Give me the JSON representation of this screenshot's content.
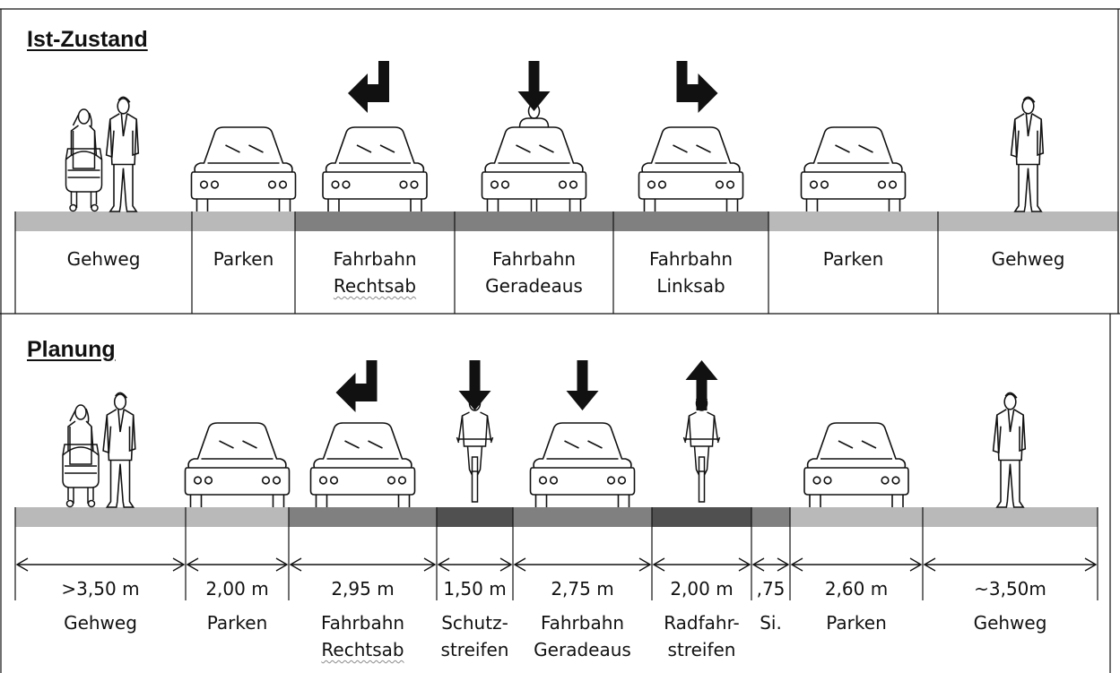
{
  "ist": {
    "title": "Ist-Zustand",
    "segments": [
      {
        "line1": "Gehweg",
        "line2": "",
        "shade": "#b9b9b9",
        "figure": "pedestrians-stroller",
        "arrow": null
      },
      {
        "line1": "Parken",
        "line2": "",
        "shade": "#b9b9b9",
        "figure": "car",
        "arrow": null
      },
      {
        "line1": "Fahrbahn",
        "line2": "Rechtsab",
        "wavy2": true,
        "shade": "#808080",
        "figure": "car",
        "arrow": "right-turn"
      },
      {
        "line1": "Fahrbahn",
        "line2": "Geradeaus",
        "shade": "#808080",
        "figure": "car-cyclist",
        "arrow": "straight-down"
      },
      {
        "line1": "Fahrbahn",
        "line2": "Linksab",
        "shade": "#808080",
        "figure": "car",
        "arrow": "left-turn"
      },
      {
        "line1": "Parken",
        "line2": "",
        "shade": "#b9b9b9",
        "figure": "car",
        "arrow": null
      },
      {
        "line1": "Gehweg",
        "line2": "",
        "shade": "#b9b9b9",
        "figure": "pedestrian",
        "arrow": null
      }
    ]
  },
  "planung": {
    "title": "Planung",
    "segments": [
      {
        "dim": ">3,50 m",
        "line1": "Gehweg",
        "line2": "",
        "shade": "#b9b9b9",
        "figure": "pedestrians-stroller",
        "arrow": null
      },
      {
        "dim": "2,00 m",
        "line1": "Parken",
        "line2": "",
        "shade": "#b9b9b9",
        "figure": "car",
        "arrow": null
      },
      {
        "dim": "2,95 m",
        "line1": "Fahrbahn",
        "line2": "Rechtsab",
        "wavy2": true,
        "shade": "#808080",
        "figure": "car",
        "arrow": "right-turn"
      },
      {
        "dim": "1,50 m",
        "line1": "Schutz-",
        "line2": "streifen",
        "shade": "#505050",
        "figure": "cyclist",
        "arrow": "straight-down"
      },
      {
        "dim": "2,75 m",
        "line1": "Fahrbahn",
        "line2": "Geradeaus",
        "shade": "#808080",
        "figure": "car",
        "arrow": "straight-down"
      },
      {
        "dim": "2,00 m",
        "line1": "Radfahr-",
        "line2": "streifen",
        "shade": "#505050",
        "figure": "cyclist",
        "arrow": "straight-up"
      },
      {
        "dim": ",75",
        "line1": "Si.",
        "line2": "",
        "shade": "#808080",
        "figure": null,
        "arrow": null
      },
      {
        "dim": "2,60 m",
        "line1": "Parken",
        "line2": "",
        "shade": "#b9b9b9",
        "figure": "car",
        "arrow": null
      },
      {
        "dim": "~3,50m",
        "line1": "Gehweg",
        "line2": "",
        "shade": "#b9b9b9",
        "figure": "pedestrian",
        "arrow": null
      }
    ]
  }
}
